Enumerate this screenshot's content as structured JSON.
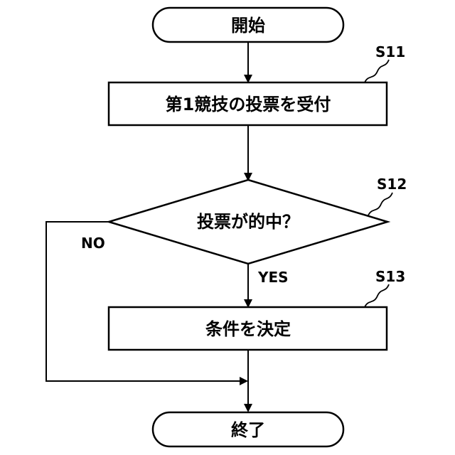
{
  "flowchart": {
    "start": {
      "label": "開始"
    },
    "step1": {
      "label": "第1競技の投票を受付",
      "step": "S11"
    },
    "decision": {
      "label": "投票が的中？",
      "step": "S12",
      "no_label": "NO",
      "yes_label": "YES"
    },
    "step3": {
      "label": "条件を決定",
      "step": "S13"
    },
    "end": {
      "label": "終了"
    }
  }
}
